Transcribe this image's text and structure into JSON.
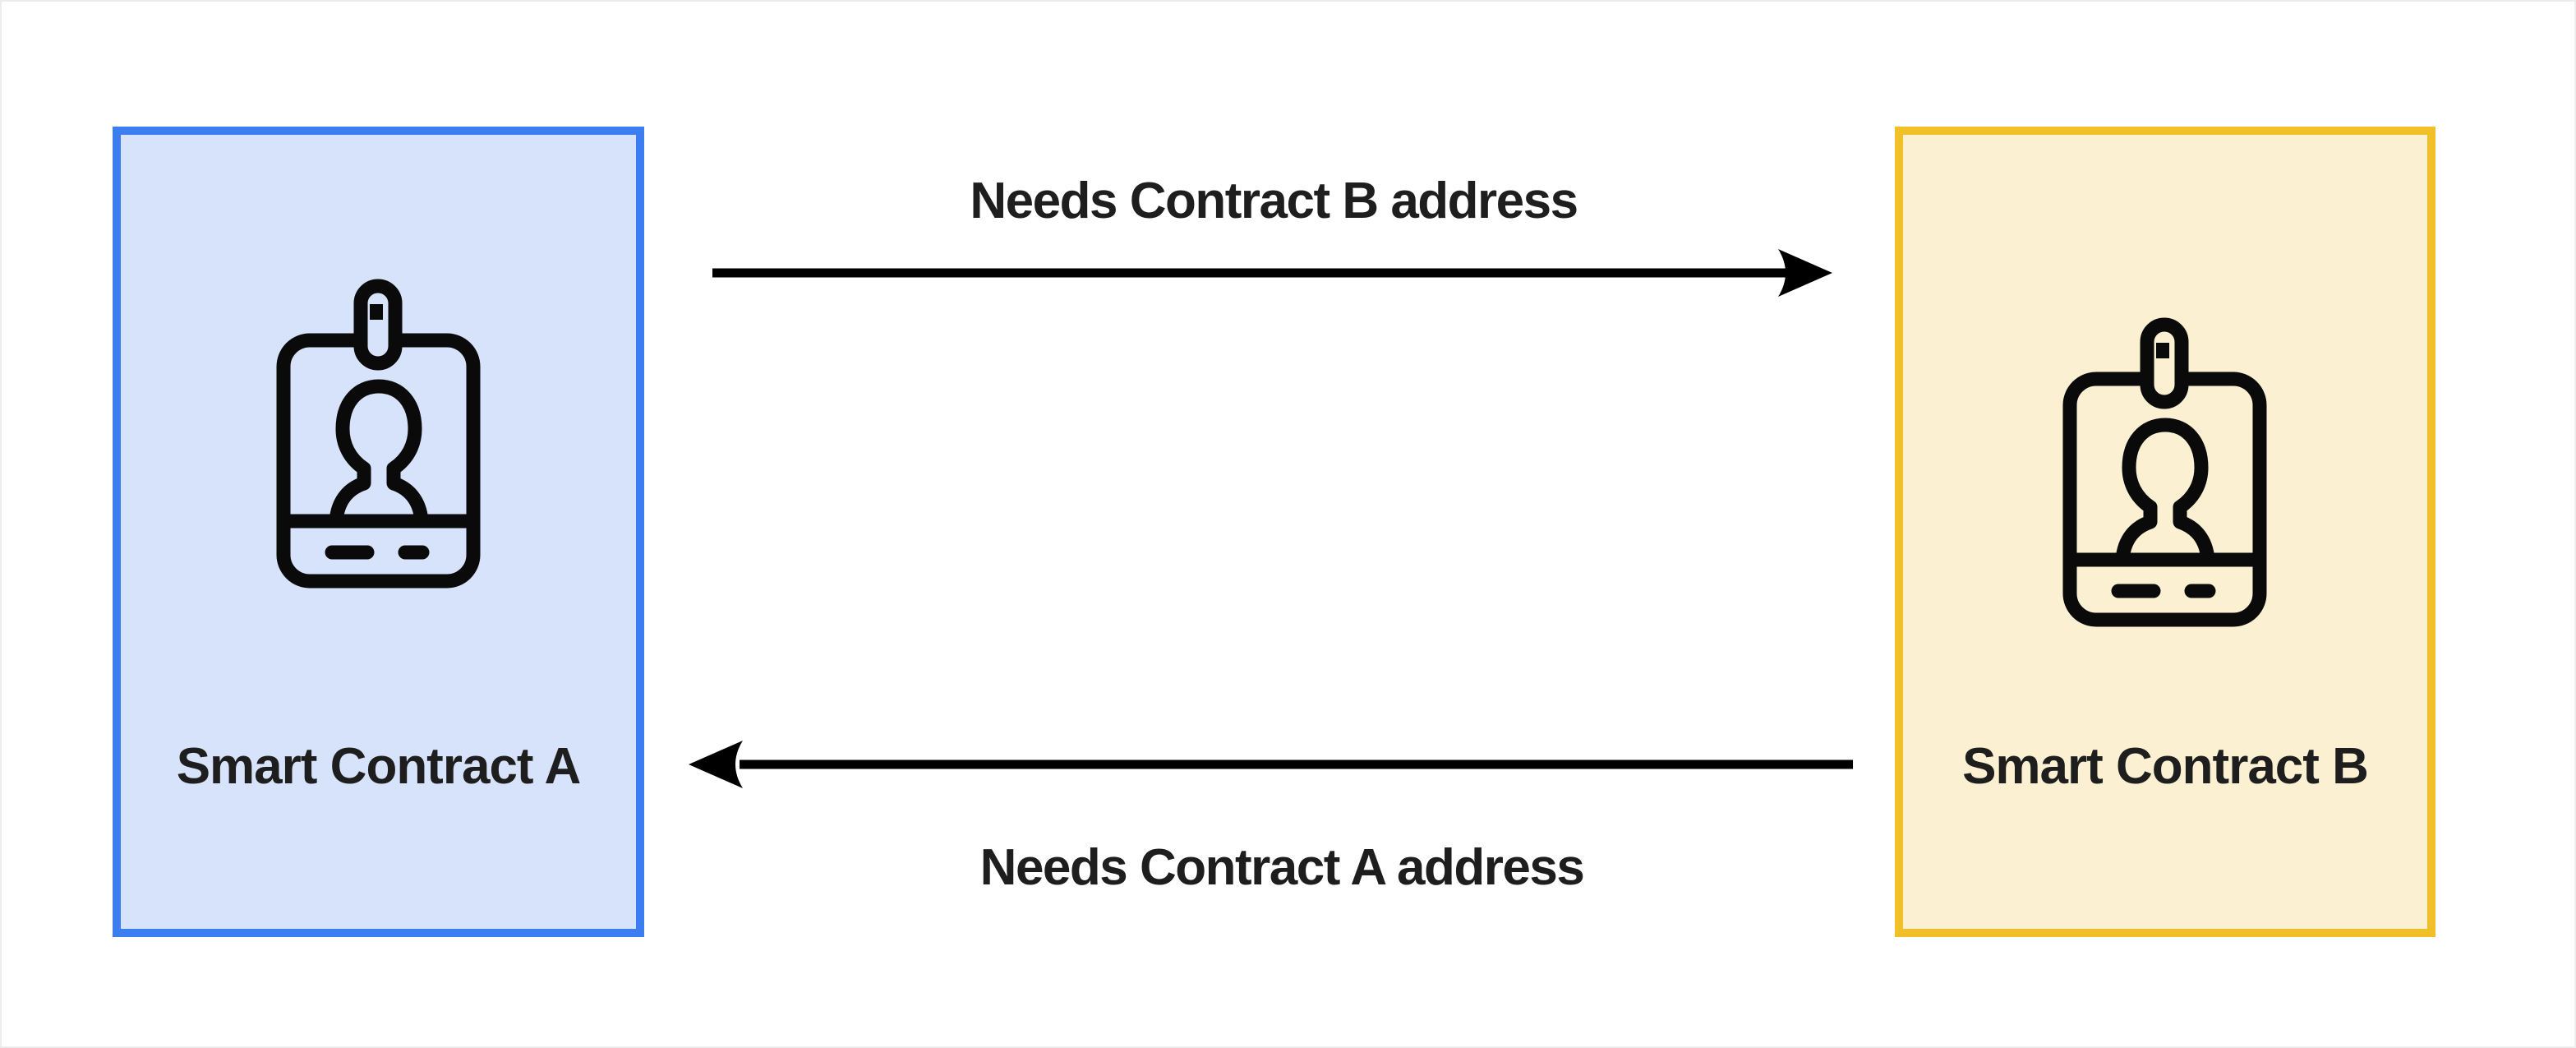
{
  "colors": {
    "background": "#ffffff",
    "frame": "#ededed",
    "ink": "#0a0a0a",
    "arrow": "#000000",
    "text": "#1e1e1e",
    "node_a_fill": "#d7e3fa",
    "node_a_border": "#3c7ef2",
    "node_b_fill": "#fbf1d2",
    "node_b_border": "#f1c028"
  },
  "nodes": [
    {
      "id": "contract_a",
      "label": "Smart Contract A",
      "icon": "id-badge-icon"
    },
    {
      "id": "contract_b",
      "label": "Smart Contract B",
      "icon": "id-badge-icon"
    }
  ],
  "edges": [
    {
      "from": "contract_a",
      "to": "contract_b",
      "label": "Needs Contract B address",
      "direction": "left-to-right"
    },
    {
      "from": "contract_b",
      "to": "contract_a",
      "label": "Needs Contract A address",
      "direction": "right-to-left"
    }
  ]
}
